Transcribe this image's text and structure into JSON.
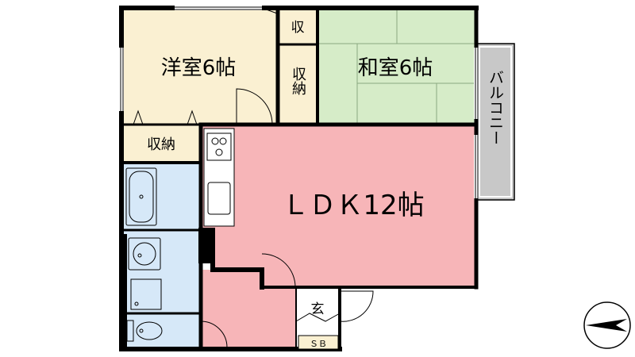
{
  "rooms": {
    "western": "洋室6帖",
    "japanese": "和室6帖",
    "ldk": "ＬＤＫ12帖",
    "closet_small": "収",
    "closet_jp": "収納",
    "closet_w": "収納",
    "balcony": "バルコニー",
    "entrance": "玄",
    "shoebox": "ＳＢ"
  },
  "colors": {
    "western": "#faf0d2",
    "japanese": "#d6ecc8",
    "ldk": "#f7b5b8",
    "wet": "#d6e8f8",
    "balcony": "#c8c8c8",
    "closet": "#faf0d2",
    "wall": "#000000"
  },
  "icons": [
    "stove-icon",
    "sink-icon",
    "bathtub-icon",
    "washbasin-icon",
    "washer-icon",
    "toilet-icon",
    "compass-icon"
  ]
}
